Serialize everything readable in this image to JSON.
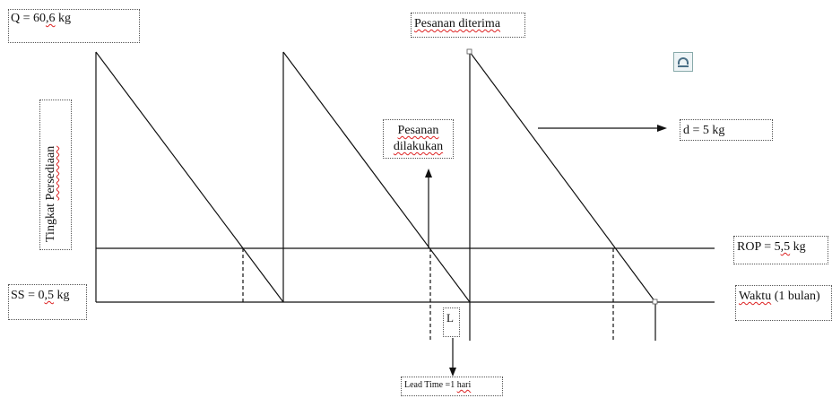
{
  "labels": {
    "q_pre": "Q = 60",
    "q_mid": ",6",
    "q_post": " kg",
    "pesanan_diterima_1": "Pesanan",
    "pesanan_diterima_2": " diterima",
    "pesanan_dilakukan_line1": "Pesanan",
    "pesanan_dilakukan_line2": "dilakukan",
    "d": "d = 5 kg",
    "y_axis_1": "Tingkat ",
    "y_axis_2": "Persediaan",
    "rop_pre": "ROP = 5",
    "rop_mid": ",5",
    "rop_post": " kg",
    "ss_pre": "SS = 0",
    "ss_mid": ",5",
    "ss_post": " kg",
    "waktu_1": "Waktu",
    "waktu_2": " (1 bulan)",
    "l": "L",
    "lead_time_pre": "Lead Time =1 ",
    "lead_time_post": "hari"
  },
  "icon": "window-icon"
}
